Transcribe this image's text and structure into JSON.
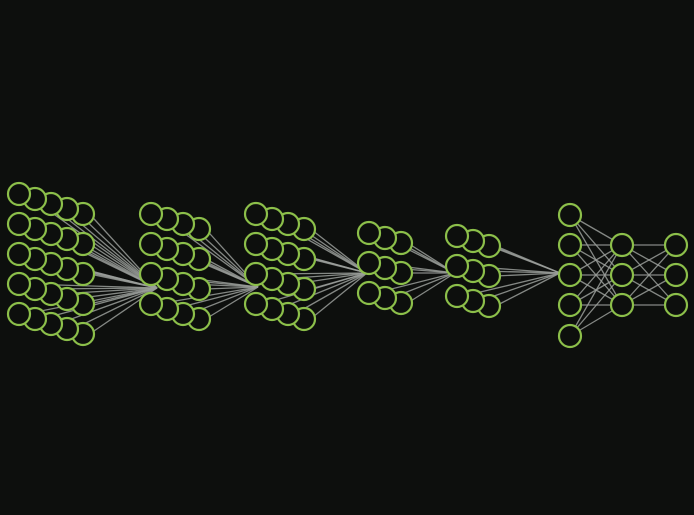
{
  "diagram": {
    "type": "neural-network-architecture",
    "background_color": "#0d0f0d",
    "node_stroke_color": "#8cbf4a",
    "node_fill_color": "#0d0f0d",
    "edge_color": "#9a9e9a",
    "stages": [
      {
        "id": "stage-1",
        "kind": "feature-map-stack",
        "columns": 5,
        "rows": 5
      },
      {
        "id": "stage-2",
        "kind": "feature-map-stack",
        "columns": 4,
        "rows": 4
      },
      {
        "id": "stage-3",
        "kind": "feature-map-stack",
        "columns": 4,
        "rows": 4
      },
      {
        "id": "stage-4",
        "kind": "feature-map-stack",
        "columns": 3,
        "rows": 3
      },
      {
        "id": "stage-5",
        "kind": "feature-map-stack",
        "columns": 3,
        "rows": 3
      },
      {
        "id": "dense-1",
        "kind": "fully-connected",
        "nodes": 5
      },
      {
        "id": "dense-2",
        "kind": "fully-connected",
        "nodes": 3
      },
      {
        "id": "dense-3",
        "kind": "fully-connected",
        "nodes": 3
      }
    ]
  }
}
